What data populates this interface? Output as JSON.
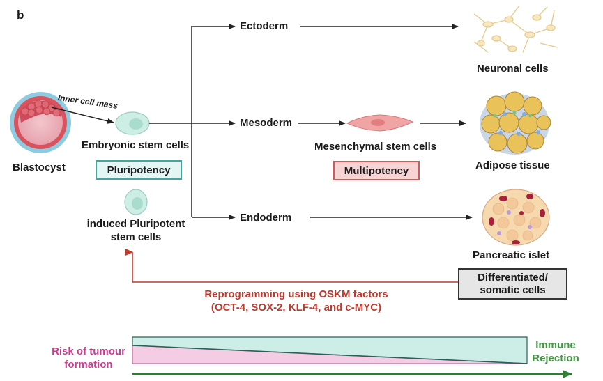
{
  "panel_label": "b",
  "labels": {
    "inner_cell_mass": "Inner cell mass",
    "blastocyst": "Blastocyst",
    "embryonic_stem_cells": "Embryonic stem cells",
    "ipsc_line1": "induced Pluripotent",
    "ipsc_line2": "stem cells",
    "ectoderm": "Ectoderm",
    "mesoderm": "Mesoderm",
    "endoderm": "Endoderm",
    "mesenchymal": "Mesenchymal stem cells",
    "neuronal": "Neuronal cells",
    "adipose": "Adipose tissue",
    "pancreatic": "Pancreatic islet"
  },
  "boxes": {
    "pluripotency": "Pluripotency",
    "multipotency": "Multipotency",
    "differentiated_line1": "Differentiated/",
    "differentiated_line2": "somatic cells"
  },
  "reprogramming": {
    "line1": "Reprogramming using OSKM factors",
    "line2": "(OCT-4, SOX-2, KLF-4, and c-MYC)"
  },
  "risk": {
    "tumour_line1": "Risk of tumour",
    "tumour_line2": "formation",
    "immune_line1": "Immune",
    "immune_line2": "Rejection"
  },
  "colors": {
    "teal_box": "#3fa6a1",
    "red_box": "#cf5a5a",
    "reprogramming_red": "#c0392b",
    "tumour_magenta": "#cc3d8f",
    "immune_green": "#3f9a3f",
    "arrow_green": "#2e7d32"
  }
}
